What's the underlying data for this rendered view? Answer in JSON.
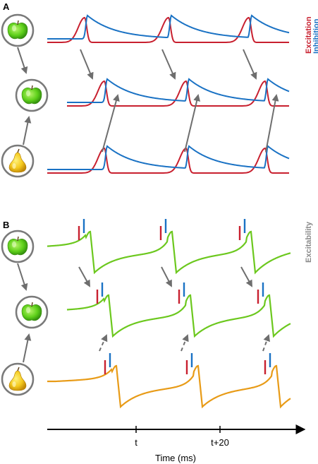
{
  "panels": {
    "a": {
      "label": "A",
      "legend": {
        "excitation": "Excitation",
        "inhibition": "Inhibition"
      }
    },
    "b": {
      "label": "B",
      "side_label": "Excitability"
    }
  },
  "axis": {
    "title": "Time (ms)",
    "ticks": [
      "t",
      "t+20"
    ]
  },
  "colors": {
    "excitation": "#c8202f",
    "inhibition": "#1a72c4",
    "excitability_apple": "#6cc81e",
    "excitability_pear": "#e89b17",
    "arrow": "#6e6e6e",
    "axis": "#000000",
    "legend_b": "#8a8a8a"
  },
  "stimuli": {
    "a": [
      "apple-icon",
      "apple-icon",
      "pear-icon"
    ],
    "b": [
      "apple-icon",
      "apple-icon",
      "pear-icon"
    ]
  }
}
